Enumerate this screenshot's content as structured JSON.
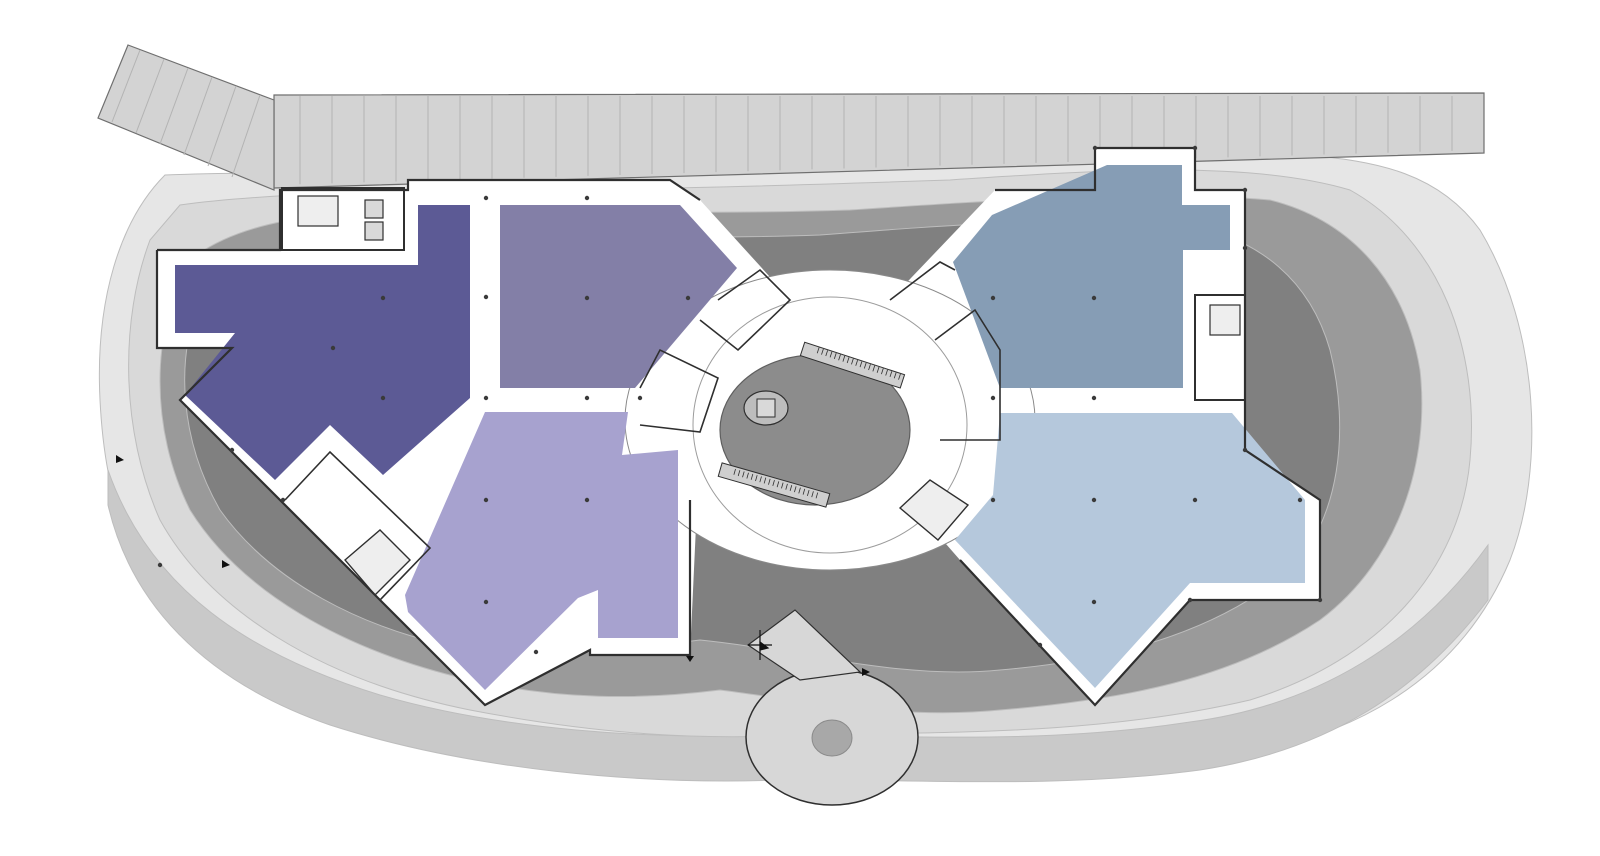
{
  "colors": {
    "background": "#ffffff",
    "terrain_light": "#e6e6e6",
    "terrain_mid": "#c9c9c9",
    "terrain_dark": "#9a9a9a",
    "terrain_deep": "#808080",
    "slab": "#ffffff",
    "wall": "#2f2f2f",
    "roof_strip": "#d3d3d3",
    "room_dark_purple": "#5c5a95",
    "room_mid_purple": "#837fa7",
    "room_light_purple": "#a7a2cf",
    "room_steel_blue": "#869db5",
    "room_pale_blue": "#b5c8dc"
  },
  "rooms": [
    {
      "id": "gallery-northwest",
      "color": "room_dark_purple"
    },
    {
      "id": "gallery-north",
      "color": "room_mid_purple"
    },
    {
      "id": "gallery-southwest",
      "color": "room_light_purple"
    },
    {
      "id": "gallery-northeast",
      "color": "room_steel_blue"
    },
    {
      "id": "gallery-southeast",
      "color": "room_pale_blue"
    }
  ],
  "icons": [
    "stair-icon",
    "elevator-icon",
    "escalator-icon",
    "column-dot-icon",
    "entry-arrow-icon",
    "north-marker-icon"
  ]
}
